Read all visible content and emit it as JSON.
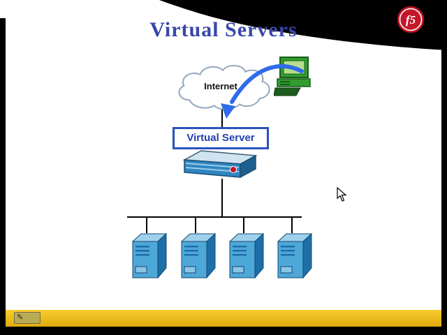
{
  "slide": {
    "title": "Virtual Servers",
    "diagram": {
      "cloud_label": "Internet",
      "virtual_server_label": "Virtual Server",
      "server_count": 4
    },
    "logo": {
      "text": "f5"
    },
    "colors": {
      "title_blue": "#3948a8",
      "box_border_blue": "#2a52be",
      "arrow_blue": "#2f6bea",
      "server_blue": "#4ea7d9",
      "bar_yellow": "#f2c41d",
      "logo_red": "#c41628",
      "swoosh_black": "#000000"
    }
  }
}
